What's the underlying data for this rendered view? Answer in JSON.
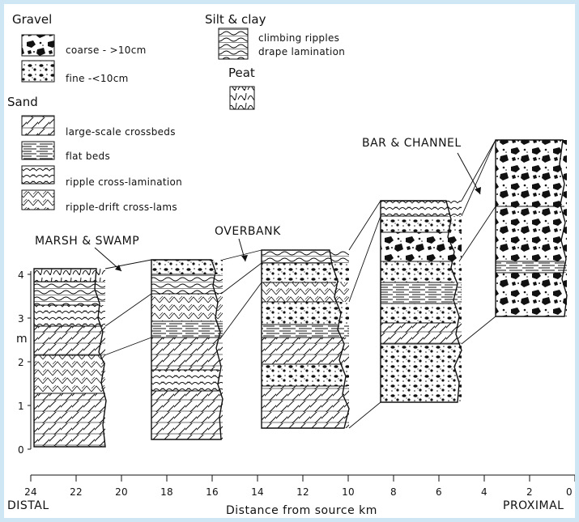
{
  "legend": {
    "gravel": {
      "heading": "Gravel",
      "coarse": "coarse - >10cm",
      "fine": "fine -<10cm"
    },
    "sand": {
      "heading": "Sand",
      "large_scale": "large-scale crossbeds",
      "flat": "flat beds",
      "ripple_cross": "ripple cross-lamination",
      "ripple_drift": "ripple-drift cross-lams"
    },
    "silt_clay": {
      "heading": "Silt & clay",
      "climbing": "climbing ripples",
      "drape": "drape lamination"
    },
    "peat": {
      "heading": "Peat"
    }
  },
  "annotations": {
    "marsh_swamp": "MARSH & SWAMP",
    "overbank": "OVERBANK",
    "bar_channel": "BAR & CHANNEL"
  },
  "y_axis": {
    "label": "m",
    "ticks": [
      "0",
      "1",
      "2",
      "3",
      "4"
    ]
  },
  "x_axis": {
    "label": "Distance from source km",
    "ticks": [
      "24",
      "22",
      "20",
      "18",
      "16",
      "14",
      "12",
      "10",
      "8",
      "6",
      "4",
      "2",
      "0"
    ],
    "left_end": "DISTAL",
    "right_end": "PROXIMAL"
  },
  "colors": {
    "ink": "#111111",
    "background": "#ffffff",
    "border": "#cfe6f4"
  }
}
